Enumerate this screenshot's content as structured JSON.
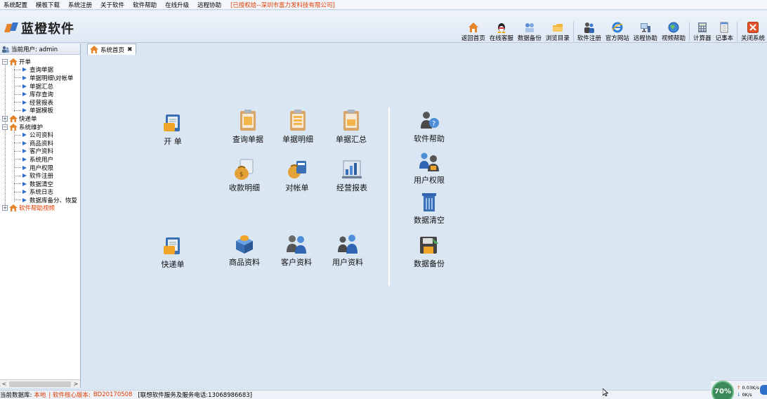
{
  "menubar": {
    "items": [
      "系统配置",
      "模板下载",
      "系统注册",
      "关于软件",
      "软件帮助",
      "在线升级",
      "远程协助"
    ],
    "license": "[已授权给--深圳市富力发科技有限公司]"
  },
  "header": {
    "app_name": "蓝橙软件"
  },
  "toolbar": {
    "buttons": [
      {
        "label": "返回首页",
        "icon": "home-icon"
      },
      {
        "label": "在线客服",
        "icon": "qq-penguin-icon"
      },
      {
        "label": "数据备份",
        "icon": "backup-icon"
      },
      {
        "label": "浏览目录",
        "icon": "folder-icon"
      },
      {
        "label": "软件注册",
        "icon": "users-icon"
      },
      {
        "label": "官方网站",
        "icon": "ie-browser-icon"
      },
      {
        "label": "远程协助",
        "icon": "remote-computer-icon"
      },
      {
        "label": "视频帮助",
        "icon": "globe-video-icon"
      },
      {
        "label": "计算器",
        "icon": "calculator-icon"
      },
      {
        "label": "记事本",
        "icon": "notepad-icon"
      },
      {
        "label": "关闭系统",
        "icon": "close-icon"
      }
    ]
  },
  "left_panel": {
    "current_user_label": "当前用户: admin",
    "tree": [
      {
        "label": "开单",
        "children": [
          "查询单据",
          "单据明细\\对帐单",
          "单据汇总",
          "库存查询",
          "经营报表",
          "单据模板"
        ]
      },
      {
        "label": "快递单",
        "children": []
      },
      {
        "label": "系统维护",
        "children": [
          "公司资料",
          "商品资料",
          "客户资料",
          "系统用户",
          "用户权限",
          "软件注册",
          "数据清空",
          "系统日志",
          "数据库备分、恢复"
        ]
      },
      {
        "label": "软件帮助视频",
        "children": [],
        "highlight": true
      }
    ],
    "scroll_left": "<",
    "scroll_right": ">"
  },
  "tabs": [
    {
      "label": "系统首页",
      "close": "✖"
    }
  ],
  "desktop": {
    "items": [
      {
        "label": "开 单",
        "icon": "open-order-icon"
      },
      {
        "label": "查询单据",
        "icon": "query-document-icon"
      },
      {
        "label": "单据明细",
        "icon": "document-detail-icon"
      },
      {
        "label": "单据汇总",
        "icon": "document-summary-icon"
      },
      {
        "label": "收款明细",
        "icon": "money-bag-icon"
      },
      {
        "label": "对帐单",
        "icon": "statement-icon"
      },
      {
        "label": "经营报表",
        "icon": "report-icon"
      },
      {
        "label": "快递单",
        "icon": "express-icon"
      },
      {
        "label": "商品资料",
        "icon": "product-box-icon"
      },
      {
        "label": "客户资料",
        "icon": "customers-icon"
      },
      {
        "label": "用户资料",
        "icon": "user-info-icon"
      },
      {
        "label": "软件帮助",
        "icon": "help-icon"
      },
      {
        "label": "用户权限",
        "icon": "user-permission-icon"
      },
      {
        "label": "数据清空",
        "icon": "trash-icon"
      },
      {
        "label": "数据备份",
        "icon": "floppy-backup-icon"
      }
    ]
  },
  "statusbar": {
    "db_label": "当前数据库:",
    "db_value": "本地",
    "version_label": "| 软件核心版本:",
    "version_value": "BD20170508",
    "phone": "[联想软件服务及服务电话:13068986683]"
  },
  "net_widget": {
    "percent": "70%",
    "up": "0.03K/s",
    "down": "0K/s"
  },
  "colors": {
    "accent_red": "#e03b00",
    "content_bg": "#dbe6f3",
    "arrow_blue": "#2f6fc9"
  }
}
